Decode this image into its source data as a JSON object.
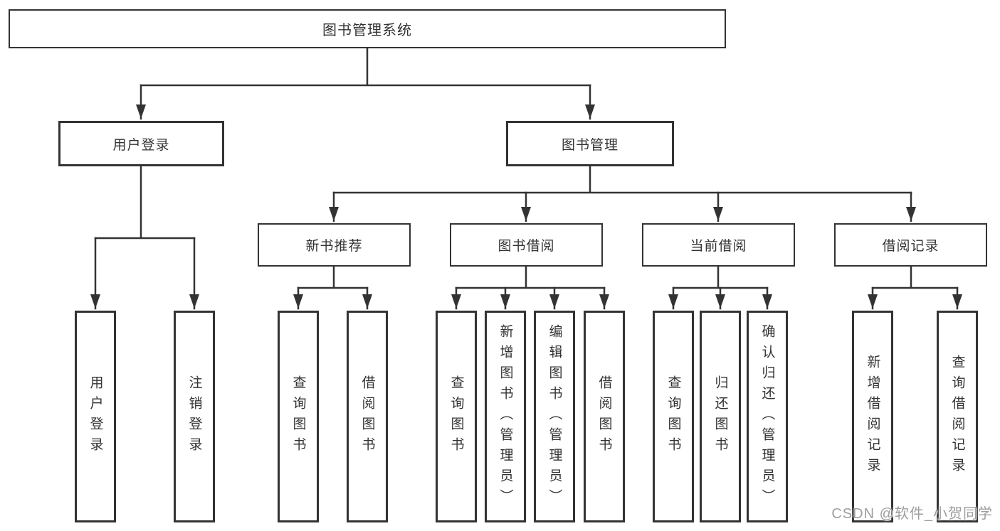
{
  "tree": {
    "root": {
      "label": "图书管理系统",
      "children": [
        {
          "label": "用户登录",
          "children": [
            {
              "label": "用户登录"
            },
            {
              "label": "注销登录"
            }
          ]
        },
        {
          "label": "图书管理",
          "children": [
            {
              "label": "新书推荐",
              "children": [
                {
                  "label": "查询图书"
                },
                {
                  "label": "借阅图书"
                }
              ]
            },
            {
              "label": "图书借阅",
              "children": [
                {
                  "label": "查询图书"
                },
                {
                  "label": "新增图书（管理员）"
                },
                {
                  "label": "编辑图书（管理员）"
                },
                {
                  "label": "借阅图书"
                }
              ]
            },
            {
              "label": "当前借阅",
              "children": [
                {
                  "label": "查询图书"
                },
                {
                  "label": "归还图书"
                },
                {
                  "label": "确认归还（管理员）"
                }
              ]
            },
            {
              "label": "借阅记录",
              "children": [
                {
                  "label": "新增借阅记录"
                },
                {
                  "label": "查询借阅记录"
                }
              ]
            }
          ]
        }
      ]
    }
  },
  "watermark": {
    "text": "CSDN @软件_小贺同学"
  },
  "colors": {
    "line": "#333333",
    "text": "#333333",
    "background": "#ffffff",
    "watermark": "#9e9e9e"
  }
}
